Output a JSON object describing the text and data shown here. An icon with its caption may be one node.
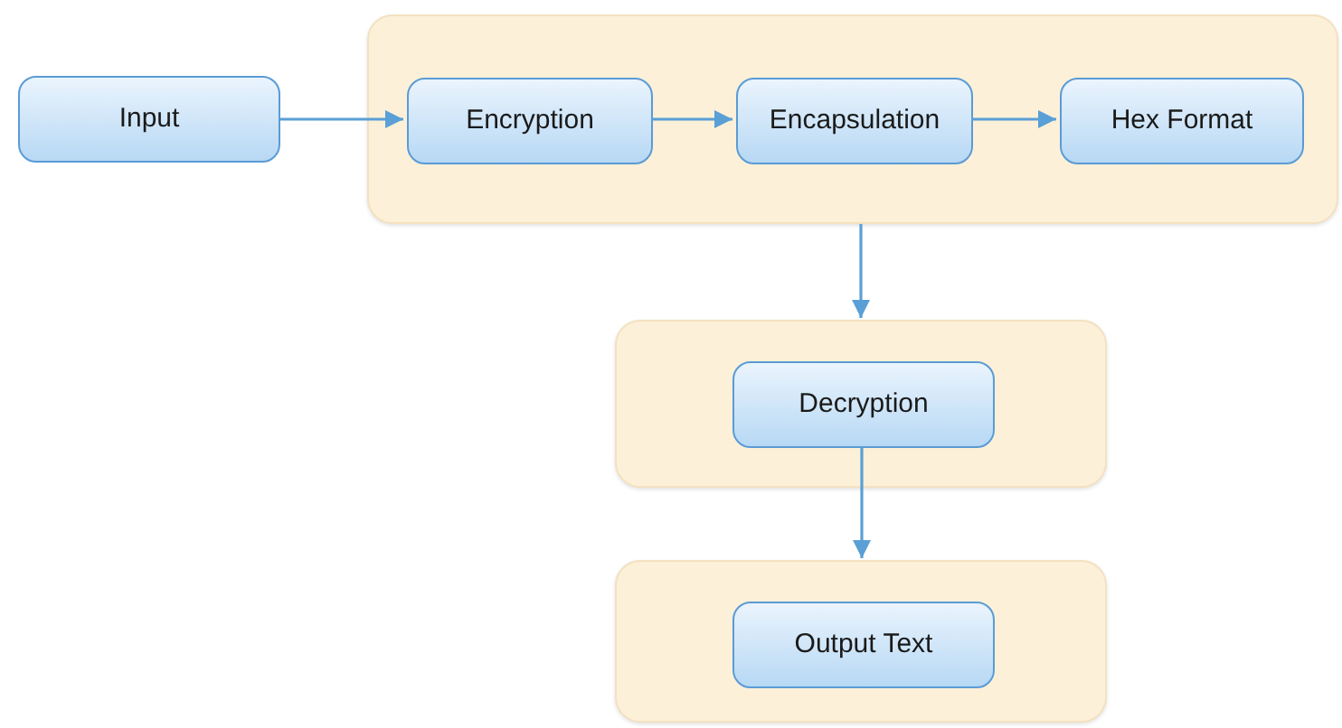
{
  "diagram": {
    "nodes": [
      {
        "text": [
          "Input"
        ]
      },
      {
        "text": [],
        "shape": "box"
      },
      {
        "text": [
          "Encryption"
        ],
        "in": 1
      },
      {
        "text": [
          "Encapsulation"
        ],
        "in": 1
      },
      {
        "text": [
          "Hex Format"
        ],
        "in": 1
      },
      {
        "text": [],
        "shape": "box"
      },
      {
        "text": [
          "Decryption"
        ],
        "in": 5
      },
      {
        "text": [],
        "shape": "box"
      },
      {
        "text": [
          "Output Text"
        ],
        "in": 7
      }
    ],
    "edges": [
      {
        "from": 0,
        "to": 2,
        "arrow": "to"
      },
      {
        "from": 2,
        "to": 3,
        "arrow": "to"
      },
      {
        "from": 3,
        "to": 4,
        "arrow": "to"
      },
      {
        "from": 1,
        "to": 5,
        "arrow": "to"
      },
      {
        "from": 6,
        "to": 7,
        "arrow": "to"
      }
    ]
  }
}
